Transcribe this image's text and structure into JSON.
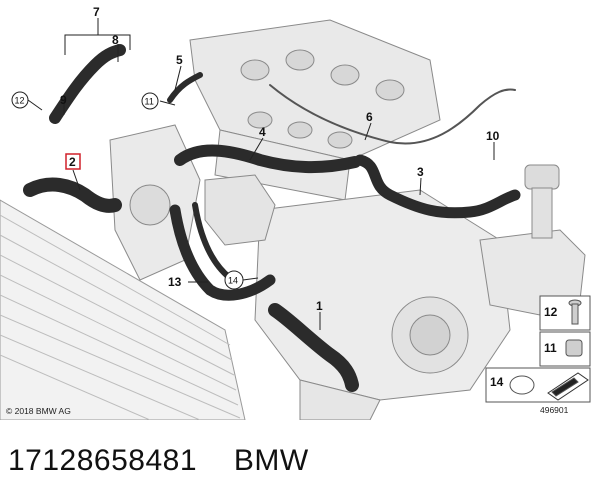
{
  "diagram": {
    "callouts": [
      {
        "id": "c1",
        "label": "1"
      },
      {
        "id": "c2",
        "label": "2",
        "highlighted": true
      },
      {
        "id": "c3",
        "label": "3"
      },
      {
        "id": "c4",
        "label": "4"
      },
      {
        "id": "c5",
        "label": "5"
      },
      {
        "id": "c6",
        "label": "6"
      },
      {
        "id": "c7",
        "label": "7"
      },
      {
        "id": "c8",
        "label": "8"
      },
      {
        "id": "c9",
        "label": "9"
      },
      {
        "id": "c10",
        "label": "10"
      },
      {
        "id": "c11",
        "label": "11",
        "circled": true
      },
      {
        "id": "c12",
        "label": "12",
        "circled": true
      },
      {
        "id": "c13",
        "label": "13"
      },
      {
        "id": "c14",
        "label": "14",
        "circled": true
      }
    ],
    "legend": [
      {
        "label": "12"
      },
      {
        "label": "11"
      },
      {
        "label": "14"
      }
    ],
    "copyright": "© 2018 BMW AG",
    "reference_id": "496901",
    "highlight_color": "#d0202a"
  },
  "caption": {
    "part_number": "17128658481",
    "brand": "BMW"
  }
}
